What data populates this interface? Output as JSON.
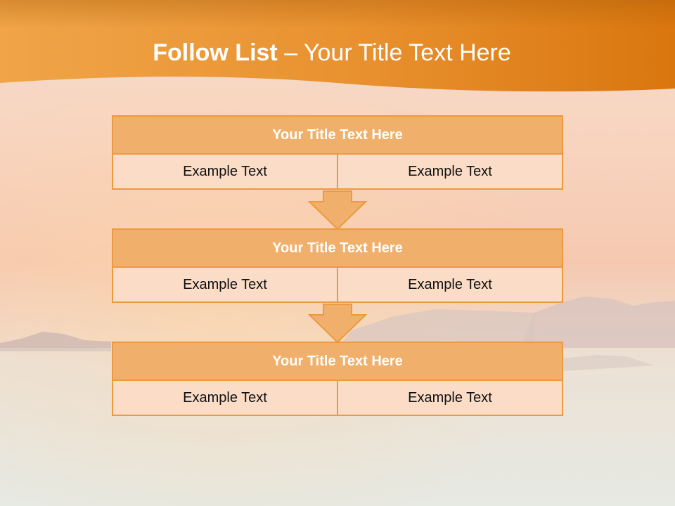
{
  "title": {
    "bold": "Follow List",
    "rest": " – Your Title Text Here"
  },
  "blocks": [
    {
      "header": "Your Title Text Here",
      "left": "Example Text",
      "right": "Example Text"
    },
    {
      "header": "Your Title Text Here",
      "left": "Example Text",
      "right": "Example Text"
    },
    {
      "header": "Your Title Text Here",
      "left": "Example Text",
      "right": "Example Text"
    }
  ],
  "colors": {
    "banner": "#e8892a",
    "header_fill": "#f0b06b",
    "cell_fill": "#fadcc7",
    "border": "#ec9a3f"
  }
}
